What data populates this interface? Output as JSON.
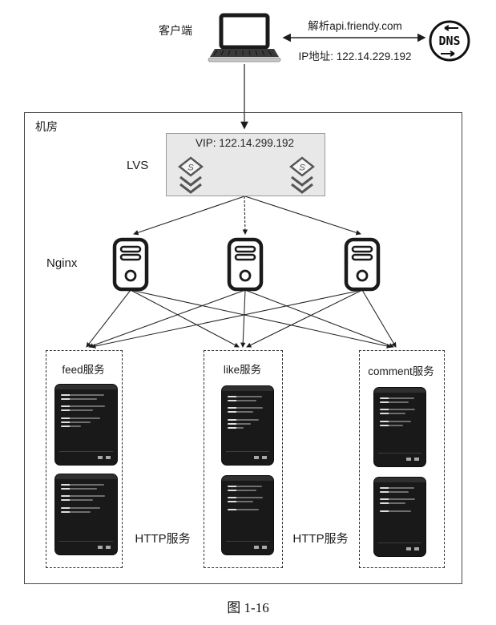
{
  "client": {
    "label": "客户端"
  },
  "dns": {
    "label": "DNS",
    "resolve_text": "解析api.friendy.com",
    "ip_text": "IP地址: 122.14.229.192"
  },
  "datacenter": {
    "label": "机房"
  },
  "lvs": {
    "label": "LVS",
    "vip_text": "VIP: 122.14.299.192"
  },
  "nginx": {
    "label": "Nginx"
  },
  "services": [
    {
      "label": "feed服务"
    },
    {
      "label": "like服务"
    },
    {
      "label": "comment服务"
    }
  ],
  "http_service_labels": [
    "HTTP服务",
    "HTTP服务"
  ],
  "caption": "图 1-16",
  "colors": {
    "line": "#222222",
    "lvs_fill": "#e8e8e8",
    "terminal_bg": "#191919"
  }
}
